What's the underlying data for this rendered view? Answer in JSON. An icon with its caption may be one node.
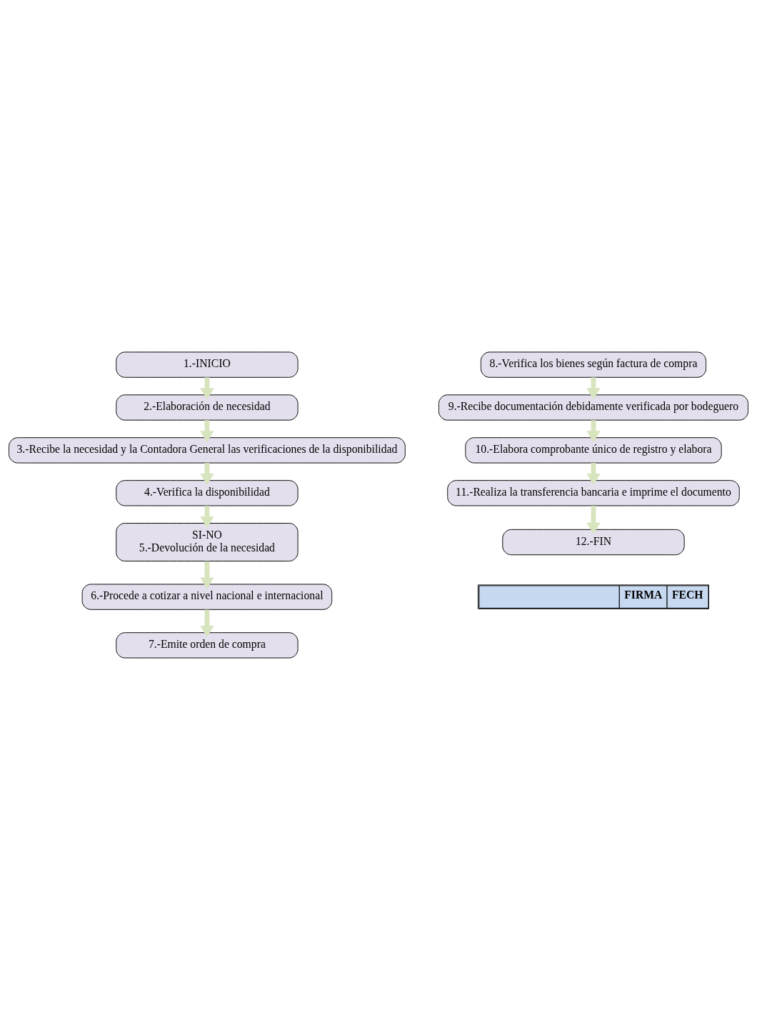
{
  "diagram": {
    "nodes": [
      {
        "text": [
          "1.-INICIO"
        ]
      },
      {
        "text": [
          "2.-Elaboración de necesidad"
        ]
      },
      {
        "text": [
          "3.-Recibe la necesidad y la Contadora General las verificaciones de la disponibilidad"
        ]
      },
      {
        "text": [
          "4.-Verifica la disponibilidad"
        ]
      },
      {
        "text": [
          "SI-NO",
          "5.-Devolución de la necesidad"
        ]
      },
      {
        "text": [
          "6.-Procede a cotizar a nivel nacional e internacional"
        ]
      },
      {
        "text": [
          "7.-Emite orden de compra"
        ]
      },
      {
        "text": [
          "8.-Verifica los bienes según factura de compra"
        ]
      },
      {
        "text": [
          "9.-Recibe documentación debidamente verificada por bodeguero"
        ]
      },
      {
        "text": [
          "10.-Elabora comprobante único de registro y elabora"
        ]
      },
      {
        "text": [
          "11.-Realiza la transferencia bancaria e imprime el documento"
        ]
      },
      {
        "text": [
          "12.-FIN"
        ]
      }
    ],
    "edges": [
      {
        "from": 0,
        "to": 1,
        "arrow": "to"
      },
      {
        "from": 1,
        "to": 2,
        "arrow": "to"
      },
      {
        "from": 2,
        "to": 3,
        "arrow": "to"
      },
      {
        "from": 3,
        "to": 4,
        "arrow": "to"
      },
      {
        "from": 4,
        "to": 5,
        "arrow": "to"
      },
      {
        "from": 5,
        "to": 6,
        "arrow": "to"
      },
      {
        "from": 7,
        "to": 8,
        "arrow": "to"
      },
      {
        "from": 8,
        "to": 9,
        "arrow": "to"
      },
      {
        "from": 9,
        "to": 10,
        "arrow": "to"
      },
      {
        "from": 10,
        "to": 11,
        "arrow": "to"
      }
    ],
    "labels": [
      "FIRMA",
      "FECH"
    ]
  }
}
